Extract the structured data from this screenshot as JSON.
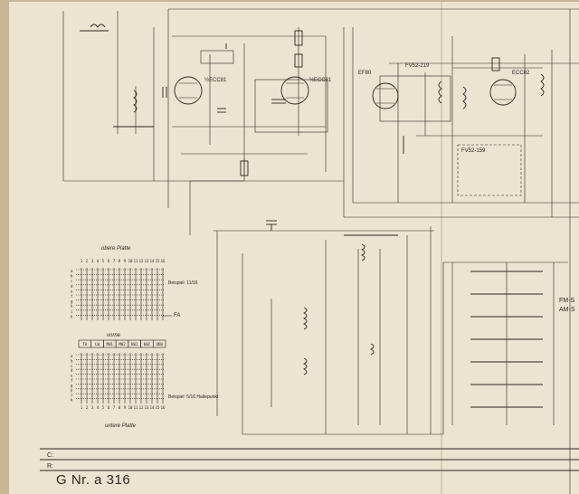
{
  "document": {
    "title": "G Nr. a 316"
  },
  "tubes": [
    {
      "label": "½ECC81"
    },
    {
      "label": "½ECC81"
    },
    {
      "label": "EF80"
    },
    {
      "label": "ECC82"
    }
  ],
  "filters": [
    {
      "label": "FV52-219"
    },
    {
      "label": "FV52-159"
    }
  ],
  "switch_panel": {
    "top_caption": "obere Platte",
    "bottom_caption": "untere Platte",
    "front_label": "vorne",
    "example_top": "Beispiel: 11/16",
    "example_bottom": "Beispiel: 5/16 Haltepunkt",
    "axis_fa": "FA",
    "numbers": [
      "1",
      "2",
      "3",
      "4",
      "5",
      "6",
      "7",
      "8",
      "9",
      "10",
      "11",
      "12",
      "13",
      "14",
      "15",
      "16"
    ],
    "row_letters": [
      "a",
      "b",
      "c",
      "d",
      "e",
      "f",
      "g",
      "h",
      "i",
      "k"
    ],
    "bands": [
      "TA",
      "LW",
      "MW1",
      "MW2",
      "KW1",
      "KW2",
      "UKW"
    ]
  },
  "right_labels": {
    "fm": "FM-S",
    "am": "AM-S"
  },
  "bottom_rows": {
    "c_label": "C:",
    "r_label": "R:"
  }
}
